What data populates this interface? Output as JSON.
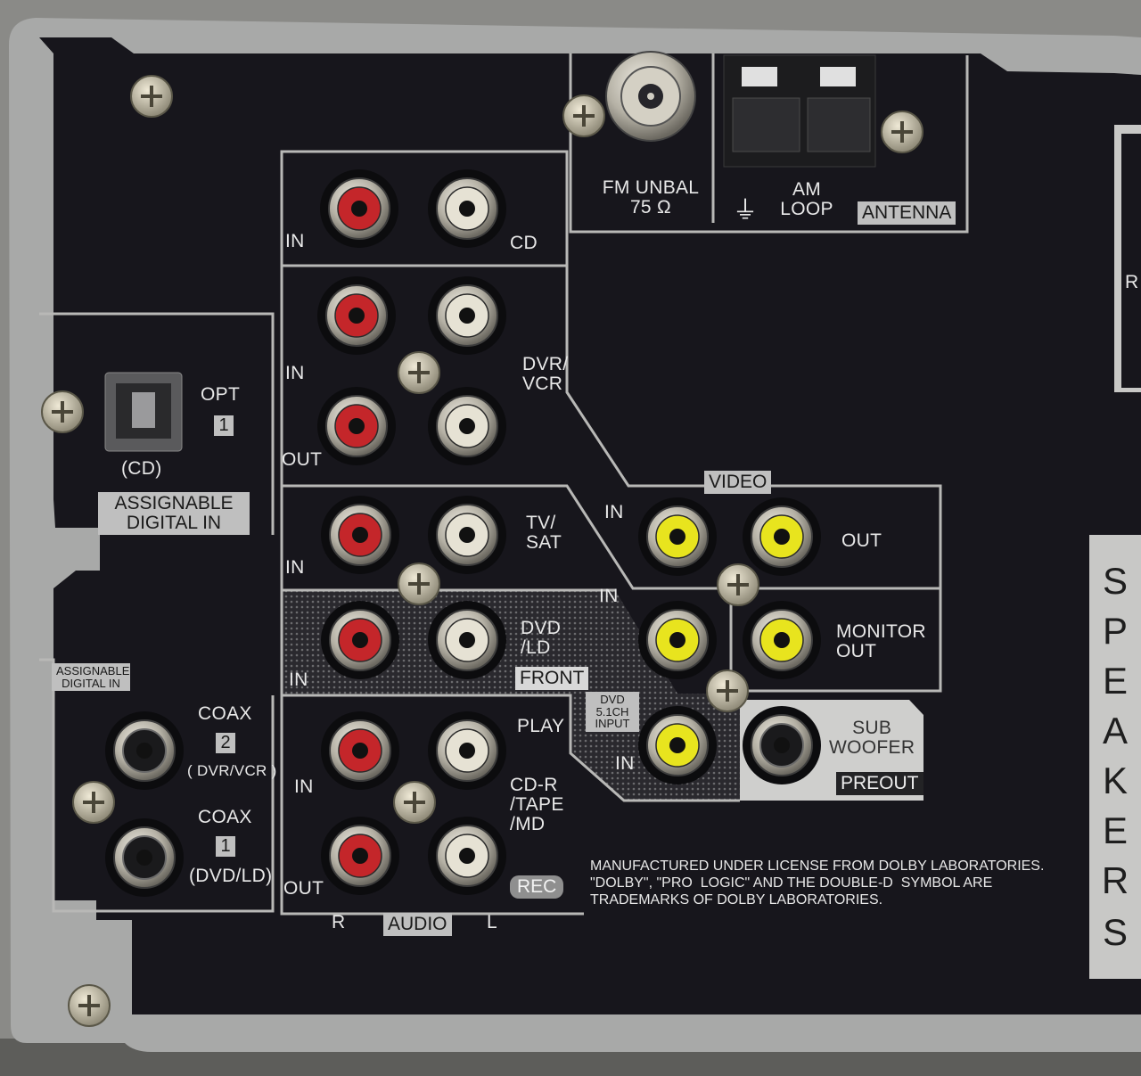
{
  "antenna": {
    "fm_line1": "FM UNBAL",
    "fm_line2": "75 Ω",
    "am_line1": "AM",
    "am_line2": "LOOP",
    "badge": "ANTENNA"
  },
  "cd": {
    "in_label": "IN",
    "name": "CD"
  },
  "dvr_vcr": {
    "in_label": "IN",
    "out_label": "OUT",
    "name_line1": "DVR/",
    "name_line2": "VCR"
  },
  "optical": {
    "opt_label": "OPT",
    "opt_number": "1",
    "source": "(CD)",
    "assign_line1": "ASSIGNABLE",
    "assign_line2": "DIGITAL IN"
  },
  "tv_sat": {
    "in_label": "IN",
    "name_line1": "TV/",
    "name_line2": "SAT"
  },
  "dvd_ld": {
    "in_label": "IN",
    "name_line1": "DVD",
    "name_line2": "/LD",
    "front_badge": "FRONT"
  },
  "video": {
    "badge": "VIDEO",
    "in_label": "IN",
    "out_label": "OUT",
    "in2_label": "IN",
    "monitor_line1": "MONITOR",
    "monitor_line2": "OUT"
  },
  "dvd51": {
    "line1": "DVD",
    "line2": "5.1CH",
    "line3": "INPUT",
    "in_label": "IN"
  },
  "sub": {
    "line1": "SUB",
    "line2": "WOOFER",
    "badge": "PREOUT"
  },
  "coax": {
    "assign_line1": "ASSIGNABLE",
    "assign_line2": "DIGITAL IN",
    "coax2_label": "COAX",
    "coax2_number": "2",
    "coax2_source": "( DVR/VCR )",
    "coax1_label": "COAX",
    "coax1_number": "1",
    "coax1_source": "(DVD/LD)"
  },
  "play_rec": {
    "play_label": "PLAY",
    "in_label": "IN",
    "out_label": "OUT",
    "name_line1": "CD-R",
    "name_line2": "/TAPE",
    "name_line3": "/MD",
    "rec_badge": "REC"
  },
  "audio": {
    "r_label": "R",
    "badge": "AUDIO",
    "l_label": "L"
  },
  "notice": {
    "line1": "MANUFACTURED UNDER LICENSE FROM DOLBY LABORATORIES.",
    "line2": "\"DOLBY\", \"PRO  LOGIC\" AND THE DOUBLE-D  SYMBOL ARE",
    "line3": "TRADEMARKS OF DOLBY LABORATORIES."
  },
  "speakers": {
    "letters": [
      "S",
      "P",
      "E",
      "A",
      "K",
      "E",
      "R",
      "S"
    ],
    "edge_letter": "R"
  },
  "colors": {
    "panel": "#17161c",
    "chassis": "#a9aaa9",
    "red_jack": "#c4262a",
    "white_jack": "#e6e2d4",
    "yellow_jack": "#e8e41e",
    "label_box": "#bfbfbf"
  }
}
